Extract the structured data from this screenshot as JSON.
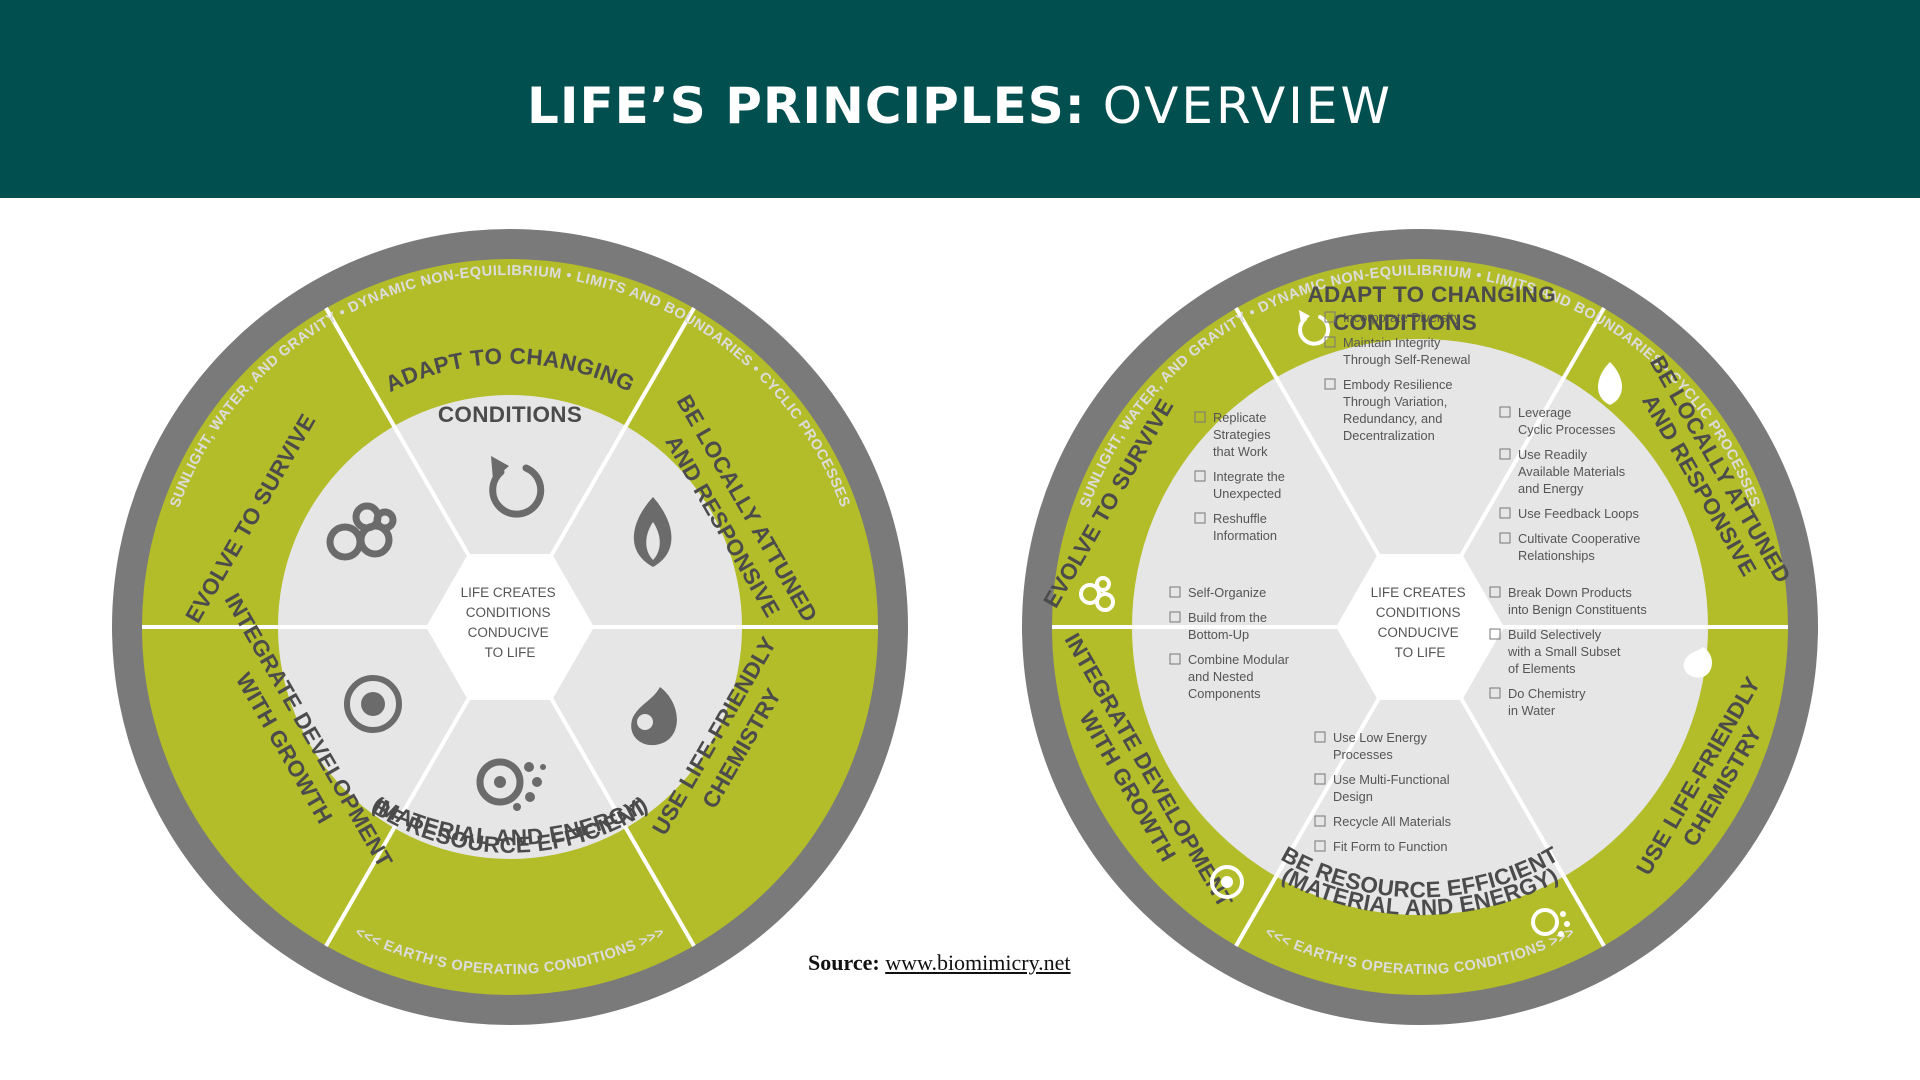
{
  "header": {
    "title_bold": "LIFE’S PRINCIPLES:",
    "title_light": "OVERVIEW"
  },
  "colors": {
    "header_bg": "#024f4f",
    "outer_ring": "#7a7a7a",
    "green": "#b3bd2a",
    "inner_light": "#e6e6e6",
    "icon_gray": "#6b6b6b"
  },
  "ring": {
    "top": "SUNLIGHT, WATER, AND GRAVITY • DYNAMIC NON-EQUILIBRIUM • LIMITS AND BOUNDARIES • CYCLIC PROCESSES",
    "bottom": "<<< EARTH'S OPERATING CONDITIONS >>>"
  },
  "center": {
    "lines": [
      "LIFE CREATES",
      "CONDITIONS",
      "CONDUCIVE",
      "TO LIFE"
    ]
  },
  "principles": [
    {
      "lines": [
        "ADAPT TO CHANGING",
        "CONDITIONS"
      ],
      "icon": "refresh-icon"
    },
    {
      "lines": [
        "BE LOCALLY ATTUNED",
        "AND RESPONSIVE"
      ],
      "icon": "leaf-flame-icon"
    },
    {
      "lines": [
        "USE LIFE-FRIENDLY",
        "CHEMISTRY"
      ],
      "icon": "droplet-icon"
    },
    {
      "lines": [
        "BE RESOURCE EFFICIENT",
        "(MATERIAL AND ENERGY)"
      ],
      "icon": "dotted-swirl-icon"
    },
    {
      "lines": [
        "INTEGRATE DEVELOPMENT",
        "WITH GROWTH"
      ],
      "icon": "target-icon"
    },
    {
      "lines": [
        "EVOLVE TO SURVIVE"
      ],
      "icon": "bubbles-icon"
    }
  ],
  "details": {
    "adapt": [
      [
        "Incorporate Diversity"
      ],
      [
        "Maintain Integrity",
        "Through Self-Renewal"
      ],
      [
        "Embody Resilience",
        "Through Variation,",
        "Redundancy, and",
        "Decentralization"
      ]
    ],
    "attuned": [
      [
        "Leverage",
        "Cyclic Processes"
      ],
      [
        "Use Readily",
        "Available Materials",
        "and Energy"
      ],
      [
        "Use Feedback Loops"
      ],
      [
        "Cultivate Cooperative",
        "Relationships"
      ]
    ],
    "chemistry": [
      [
        "Break Down Products",
        "into Benign Constituents"
      ],
      [
        "Build Selectively",
        "with a Small Subset",
        "of Elements"
      ],
      [
        "Do Chemistry",
        "in Water"
      ]
    ],
    "efficient": [
      [
        "Use Low Energy",
        "Processes"
      ],
      [
        "Use Multi-Functional",
        "Design"
      ],
      [
        "Recycle All Materials"
      ],
      [
        "Fit Form to Function"
      ]
    ],
    "integrate": [
      [
        "Self-Organize"
      ],
      [
        "Build from the",
        "Bottom-Up"
      ],
      [
        "Combine Modular",
        "and Nested",
        "Components"
      ]
    ],
    "evolve": [
      [
        "Replicate",
        "Strategies",
        "that Work"
      ],
      [
        "Integrate the",
        "Unexpected"
      ],
      [
        "Reshuffle",
        "Information"
      ]
    ]
  },
  "source": {
    "label": "Source:",
    "link": "www.biomimicry.net"
  }
}
